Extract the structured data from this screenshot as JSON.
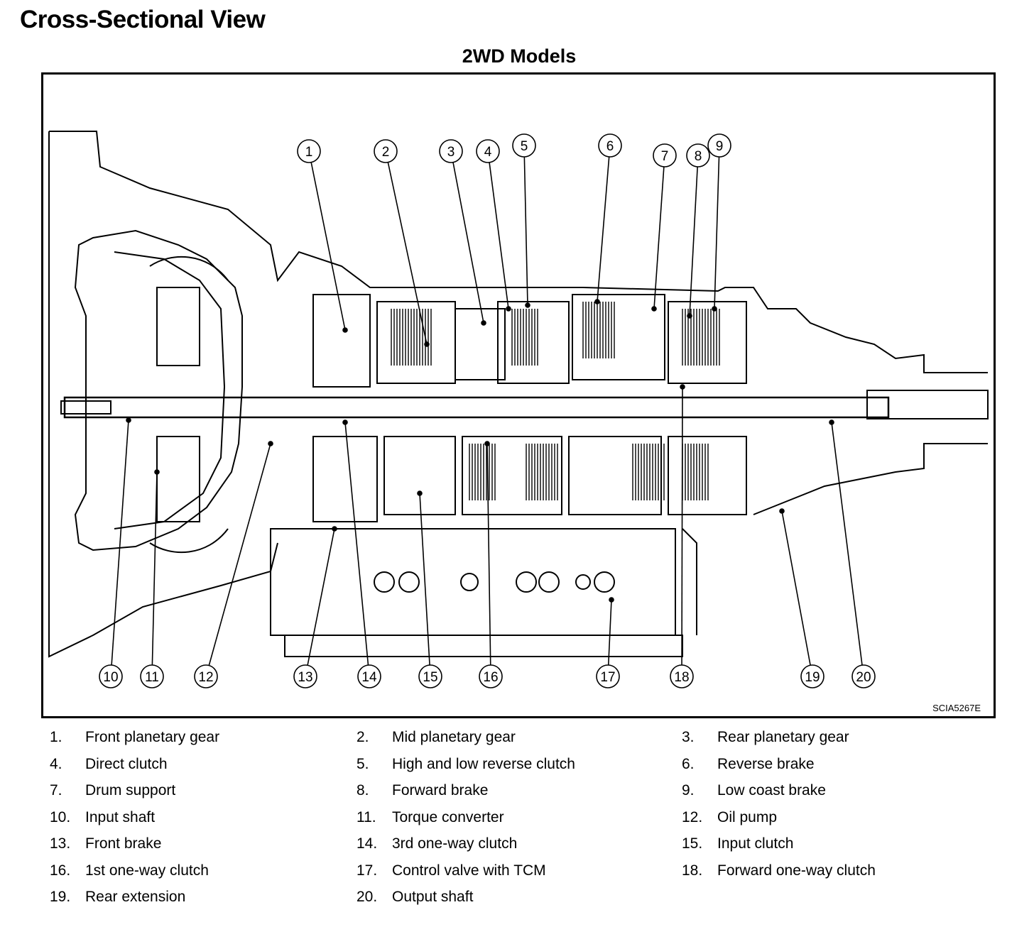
{
  "header": {
    "title": "Cross-Sectional View",
    "subtitle": "2WD Models"
  },
  "figure": {
    "code": "SCIA5267E",
    "callouts": [
      "1",
      "2",
      "3",
      "4",
      "5",
      "6",
      "7",
      "8",
      "9",
      "10",
      "11",
      "12",
      "13",
      "14",
      "15",
      "16",
      "17",
      "18",
      "19",
      "20"
    ]
  },
  "legend": [
    {
      "num": "1.",
      "text": "Front planetary gear"
    },
    {
      "num": "2.",
      "text": "Mid planetary gear"
    },
    {
      "num": "3.",
      "text": "Rear planetary gear"
    },
    {
      "num": "4.",
      "text": "Direct clutch"
    },
    {
      "num": "5.",
      "text": "High and low reverse clutch"
    },
    {
      "num": "6.",
      "text": "Reverse brake"
    },
    {
      "num": "7.",
      "text": "Drum support"
    },
    {
      "num": "8.",
      "text": "Forward brake"
    },
    {
      "num": "9.",
      "text": "Low coast brake"
    },
    {
      "num": "10.",
      "text": "Input shaft"
    },
    {
      "num": "11.",
      "text": "Torque converter"
    },
    {
      "num": "12.",
      "text": "Oil pump"
    },
    {
      "num": "13.",
      "text": "Front brake"
    },
    {
      "num": "14.",
      "text": "3rd one-way clutch"
    },
    {
      "num": "15.",
      "text": "Input clutch"
    },
    {
      "num": "16.",
      "text": "1st one-way clutch"
    },
    {
      "num": "17.",
      "text": "Control valve with TCM"
    },
    {
      "num": "18.",
      "text": "Forward one-way clutch"
    },
    {
      "num": "19.",
      "text": "Rear extension"
    },
    {
      "num": "20.",
      "text": "Output shaft"
    }
  ]
}
